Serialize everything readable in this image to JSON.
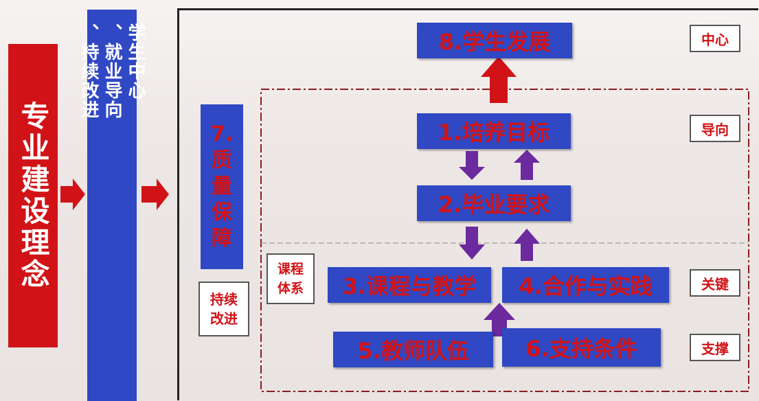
{
  "title": "专业建设理念",
  "concept": [
    "学生中心",
    "、就业导向",
    "、持续改进"
  ],
  "quality": "7.质量保障",
  "continuous": "持续改进",
  "course_system": "课程体系",
  "boxes": {
    "b8": "8.学生发展",
    "b1": "1.培养目标",
    "b2": "2.毕业要求",
    "b3": "3.课程与教学",
    "b4": "4.合作与实践",
    "b5": "5.教师队伍",
    "b6": "6.支持条件"
  },
  "tags": {
    "center": "中心",
    "guide": "导向",
    "key": "关键",
    "support": "支撑"
  },
  "colors": {
    "red": "#d11317",
    "blue": "#3048c4",
    "purple": "#6b2a9e"
  }
}
